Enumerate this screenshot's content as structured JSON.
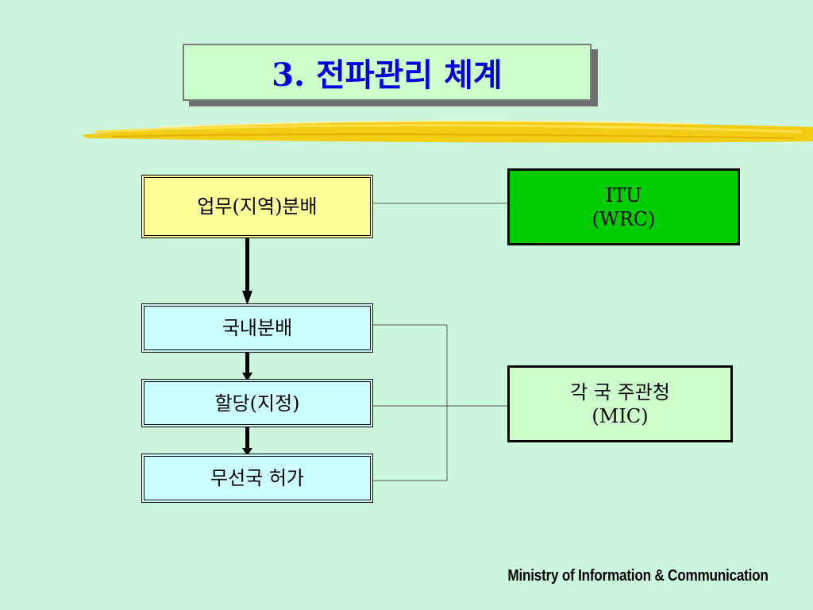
{
  "title": "3. 전파관리 체계",
  "boxes": {
    "business_allocation": "업무(지역)분배",
    "domestic_allocation": "국내분배",
    "assignment": "할당(지정)",
    "station_license": "무선국 허가",
    "itu_line1": "ITU",
    "itu_line2": "(WRC)",
    "mic_line1": "각 국 주관청",
    "mic_line2": "(MIC)"
  },
  "footer": "Ministry of Information & Communication",
  "colors": {
    "background": "#ccf7dc",
    "title_text": "#0000e0",
    "title_bg": "#ccffcc",
    "yellow_box": "#ffff99",
    "cyan_box": "#ccffff",
    "itu_box": "#00cc00",
    "mic_box": "#ccffcc",
    "brush_stroke": "#f5c800"
  }
}
